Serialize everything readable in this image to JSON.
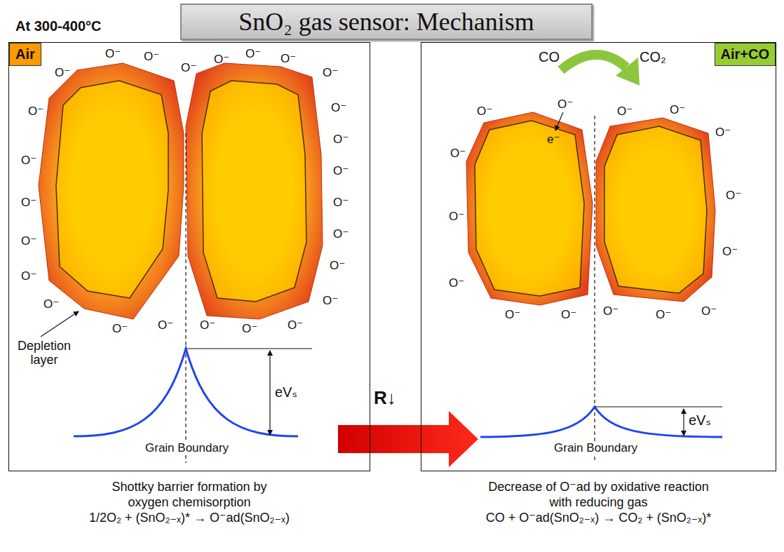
{
  "diagram": {
    "title": "SnO₂ gas sensor: Mechanism",
    "nodes": [
      {
        "text": [
          "SnO₂ gas sensor: Mechanism"
        ]
      },
      {
        "text": [
          "Shottky barrier formation by oxygen chemisorption",
          "1/2O₂ + (SnO₂₋ₓ)* → O⁻ad(SnO₂₋ₓ)"
        ]
      },
      {
        "text": [
          "Air"
        ],
        "in": 1
      },
      {
        "text": [
          "Decrease of O⁻ad by oxidative reaction with reducing gas",
          "CO + O⁻ad(SnO₂₋ₓ) → CO₂ + (SnO₂₋ₓ)*"
        ]
      },
      {
        "text": [
          "Air+CO"
        ],
        "in": 3
      }
    ],
    "edges": [
      {
        "from": 1,
        "to": 3,
        "arrow": "to",
        "label": "R↓"
      }
    ],
    "labels": [
      "At 300-400°C",
      "O⁻",
      "O⁻",
      "O⁻",
      "O⁻",
      "O⁻",
      "O⁻",
      "O⁻",
      "O⁻",
      "O⁻",
      "O⁻",
      "O⁻",
      "O⁻",
      "O⁻",
      "O⁻",
      "O⁻",
      "O⁻",
      "O⁻",
      "O⁻",
      "O⁻",
      "O⁻",
      "O⁻",
      "O⁻",
      "O⁻",
      "O⁻",
      "O⁻",
      "O⁻",
      "Depletion layer",
      "eVₛ",
      "Grain Boundary",
      "CO",
      "CO₂",
      "O⁻",
      "O⁻",
      "O⁻",
      "O⁻",
      "O⁻",
      "O⁻",
      "O⁻",
      "O⁻",
      "O⁻",
      "O⁻",
      "O⁻",
      "O⁻",
      "O⁻",
      "O⁻",
      "O⁻",
      "e⁻",
      "eVₛ",
      "Grain Boundary"
    ]
  }
}
